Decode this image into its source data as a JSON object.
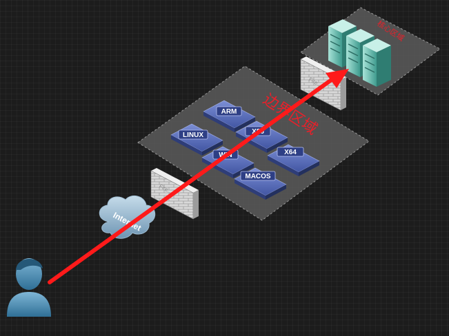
{
  "zones": {
    "border_label": "边界区域",
    "core_label": "核心区域"
  },
  "firewall_label": "Fire...",
  "cloud_label": "Internet",
  "devices": [
    "ARM",
    "LINUX",
    "X86",
    "WIN",
    "X64",
    "MACOS"
  ],
  "colors": {
    "arrow": "#ff1a1a",
    "zone_label": "#e8202a",
    "device_face": "#4a5fb0",
    "server": "#6fc4b8"
  }
}
